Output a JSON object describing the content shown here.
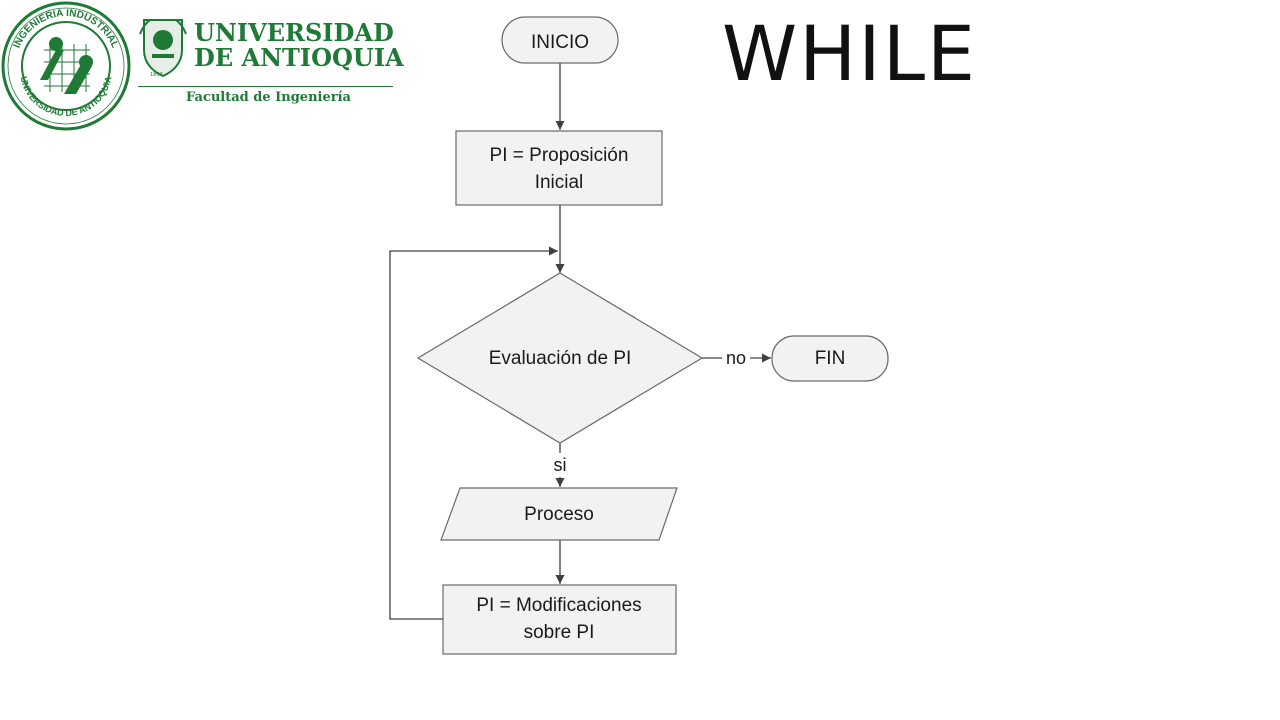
{
  "slide": {
    "title": "WHILE"
  },
  "header": {
    "seal_ring_text": "INGENIERIA INDUSTRIAL · UNIVERSIDAD DE ANTIOQUIA",
    "university_line1": "UNIVERSIDAD",
    "university_line2": "DE ANTIOQUIA",
    "crest_year": "1803",
    "faculty": "Facultad de Ingeniería",
    "brand_color": "#1e7a35"
  },
  "flowchart": {
    "start": "INICIO",
    "init_line1": "PI = Proposición",
    "init_line2": "Inicial",
    "decision": "Evaluación de PI",
    "no_label": "no",
    "end": "FIN",
    "yes_label": "si",
    "process": "Proceso",
    "modify_line1": "PI = Modificaciones",
    "modify_line2": "sobre PI",
    "colors": {
      "box_fill": "#f2f2f2",
      "stroke": "#6b6b6b",
      "line": "#404040",
      "text": "#1a1a1a"
    }
  }
}
